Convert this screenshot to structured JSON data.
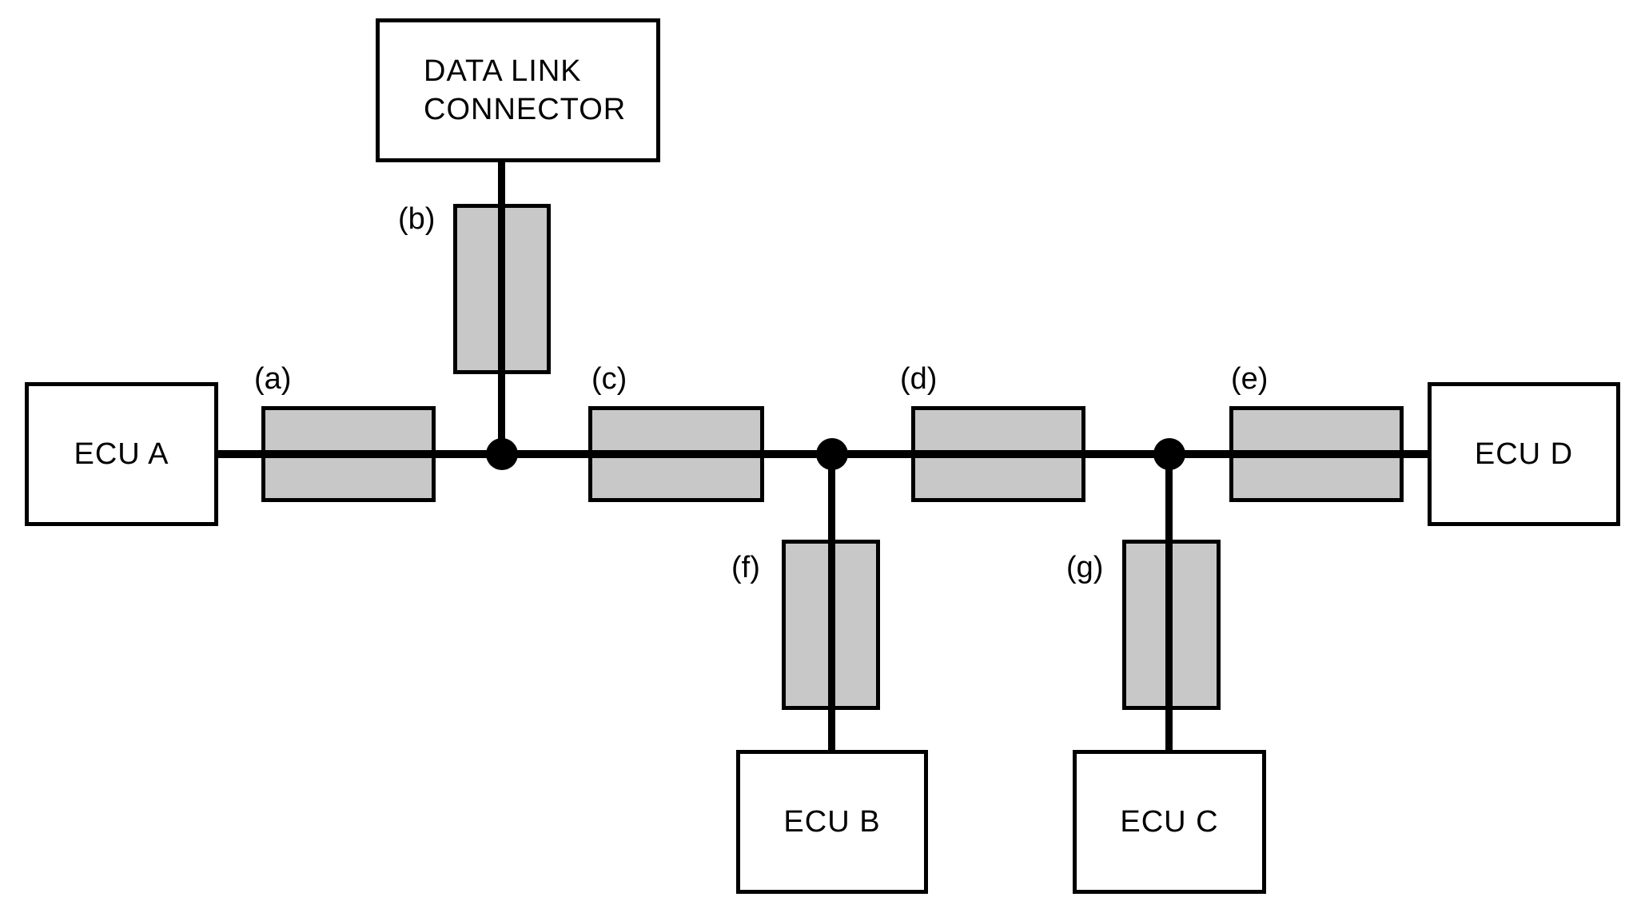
{
  "diagram": {
    "type": "bus-network-topology",
    "colors": {
      "background": "#ffffff",
      "line": "#000000",
      "harness_fill": "#c8c8c8"
    },
    "nodes": {
      "dlc": {
        "label": "DATA LINK\nCONNECTOR"
      },
      "ecu_a": {
        "label": "ECU A"
      },
      "ecu_b": {
        "label": "ECU B"
      },
      "ecu_c": {
        "label": "ECU C"
      },
      "ecu_d": {
        "label": "ECU D"
      }
    },
    "segments": {
      "a": {
        "label": "(a)"
      },
      "b": {
        "label": "(b)"
      },
      "c": {
        "label": "(c)"
      },
      "d": {
        "label": "(d)"
      },
      "e": {
        "label": "(e)"
      },
      "f": {
        "label": "(f)"
      },
      "g": {
        "label": "(g)"
      }
    },
    "connections": [
      {
        "from": "ECU A",
        "via": "(a)",
        "to": "junction-1"
      },
      {
        "from": "DATA LINK CONNECTOR",
        "via": "(b)",
        "to": "junction-1"
      },
      {
        "from": "junction-1",
        "via": "(c)",
        "to": "junction-2"
      },
      {
        "from": "junction-2",
        "via": "(d)",
        "to": "junction-3"
      },
      {
        "from": "junction-2",
        "via": "(f)",
        "to": "ECU B"
      },
      {
        "from": "junction-3",
        "via": "(e)",
        "to": "ECU D"
      },
      {
        "from": "junction-3",
        "via": "(g)",
        "to": "ECU C"
      }
    ]
  }
}
